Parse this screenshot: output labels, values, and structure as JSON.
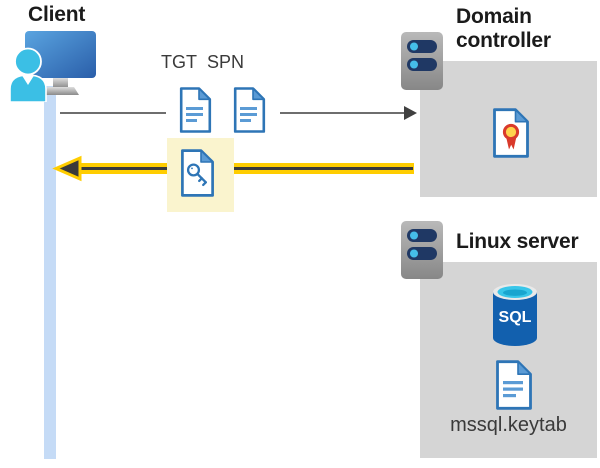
{
  "client": {
    "label": "Client"
  },
  "tickets": {
    "tgt_label": "TGT",
    "spn_label": "SPN"
  },
  "domain_controller": {
    "label": "Domain controller"
  },
  "linux_server": {
    "label": "Linux server",
    "database_label": "SQL",
    "keytab_filename": "mssql.keytab"
  },
  "icons": [
    "client-icon",
    "server-icon",
    "document-icon",
    "key-document-icon",
    "certificate-icon",
    "sql-database-icon",
    "arrow-right-icon",
    "arrow-left-icon"
  ],
  "colors": {
    "accent_yellow": "#FFCD00",
    "highlight_cream": "#FAF4CE",
    "box_gray": "#D5D5D5",
    "doc_border_blue": "#2E75B6",
    "doc_fill_blue": "#5B9BD5",
    "lifeline_blue": "#C5DBF6",
    "person_cyan": "#3BBFE5",
    "server_navy": "#1F3864",
    "rosette_red": "#D93A2B",
    "rosette_yellow": "#FFD34D",
    "sql_blue": "#1260AE",
    "sql_cyan": "#38C6E9"
  }
}
